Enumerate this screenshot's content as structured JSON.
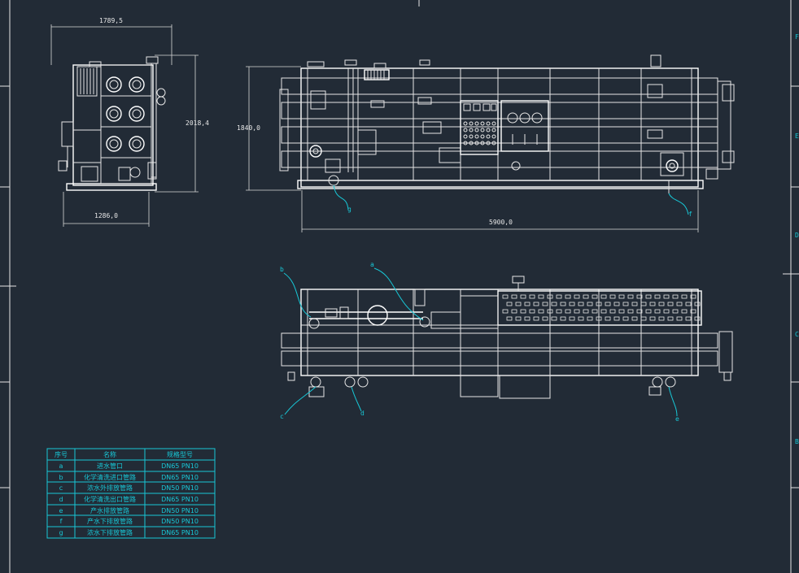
{
  "dimensions": {
    "side_width": "1789,5",
    "side_height": "2018,4",
    "side_base": "1286,0",
    "front_height": "1840,0",
    "front_length": "5900,0"
  },
  "callouts": {
    "a": "a",
    "b": "b",
    "c": "c",
    "d": "d",
    "e": "e",
    "f": "f",
    "g": "g"
  },
  "margin_marks": [
    "F",
    "E",
    "D",
    "C",
    "B"
  ],
  "table": {
    "headers": [
      "序号",
      "名称",
      "规格型号"
    ],
    "rows": [
      [
        "a",
        "进水管口",
        "DN65 PN10"
      ],
      [
        "b",
        "化学清洗进口管路",
        "DN65 PN10"
      ],
      [
        "c",
        "浓水外排放管路",
        "DN50 PN10"
      ],
      [
        "d",
        "化学清洗出口管路",
        "DN65 PN10"
      ],
      [
        "e",
        "产水排放管路",
        "DN50 PN10"
      ],
      [
        "f",
        "产水下排放管路",
        "DN50 PN10"
      ],
      [
        "g",
        "浓水下排放管路",
        "DN65 PN10"
      ]
    ]
  },
  "colors": {
    "background": "#222b36",
    "lines": "#e6e6e6",
    "leaders": "#18c7d6"
  }
}
